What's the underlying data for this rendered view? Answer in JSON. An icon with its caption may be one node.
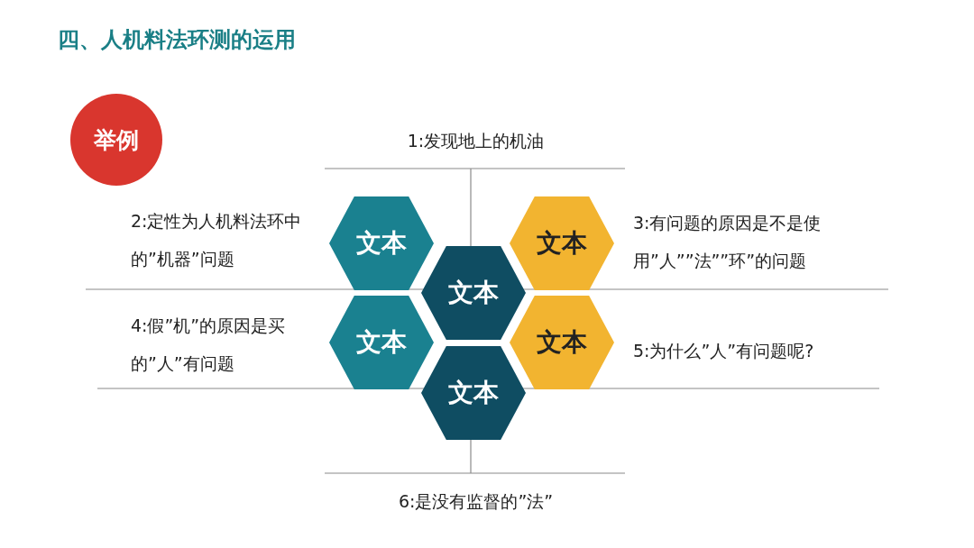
{
  "diagram": {
    "title": "四、人机料法环测的运用",
    "nodes": [
      {
        "text": [
          "举例"
        ]
      },
      {
        "text": [
          "文本"
        ]
      },
      {
        "text": [
          "文本"
        ]
      },
      {
        "text": [
          "文本"
        ]
      },
      {
        "text": [
          "文本"
        ]
      },
      {
        "text": [
          "文本"
        ]
      },
      {
        "text": [
          "文本"
        ]
      }
    ],
    "labels": [
      "1:发现地上的机油",
      "2:定性为人机料法环中的”机器”问题",
      "3:有问题的原因是不是使用”人””法””环”的问题",
      "4:假”机”的原因是买的”人”有问题",
      "5:为什么”人”有问题呢?",
      "6:是没有监督的”法”"
    ]
  }
}
